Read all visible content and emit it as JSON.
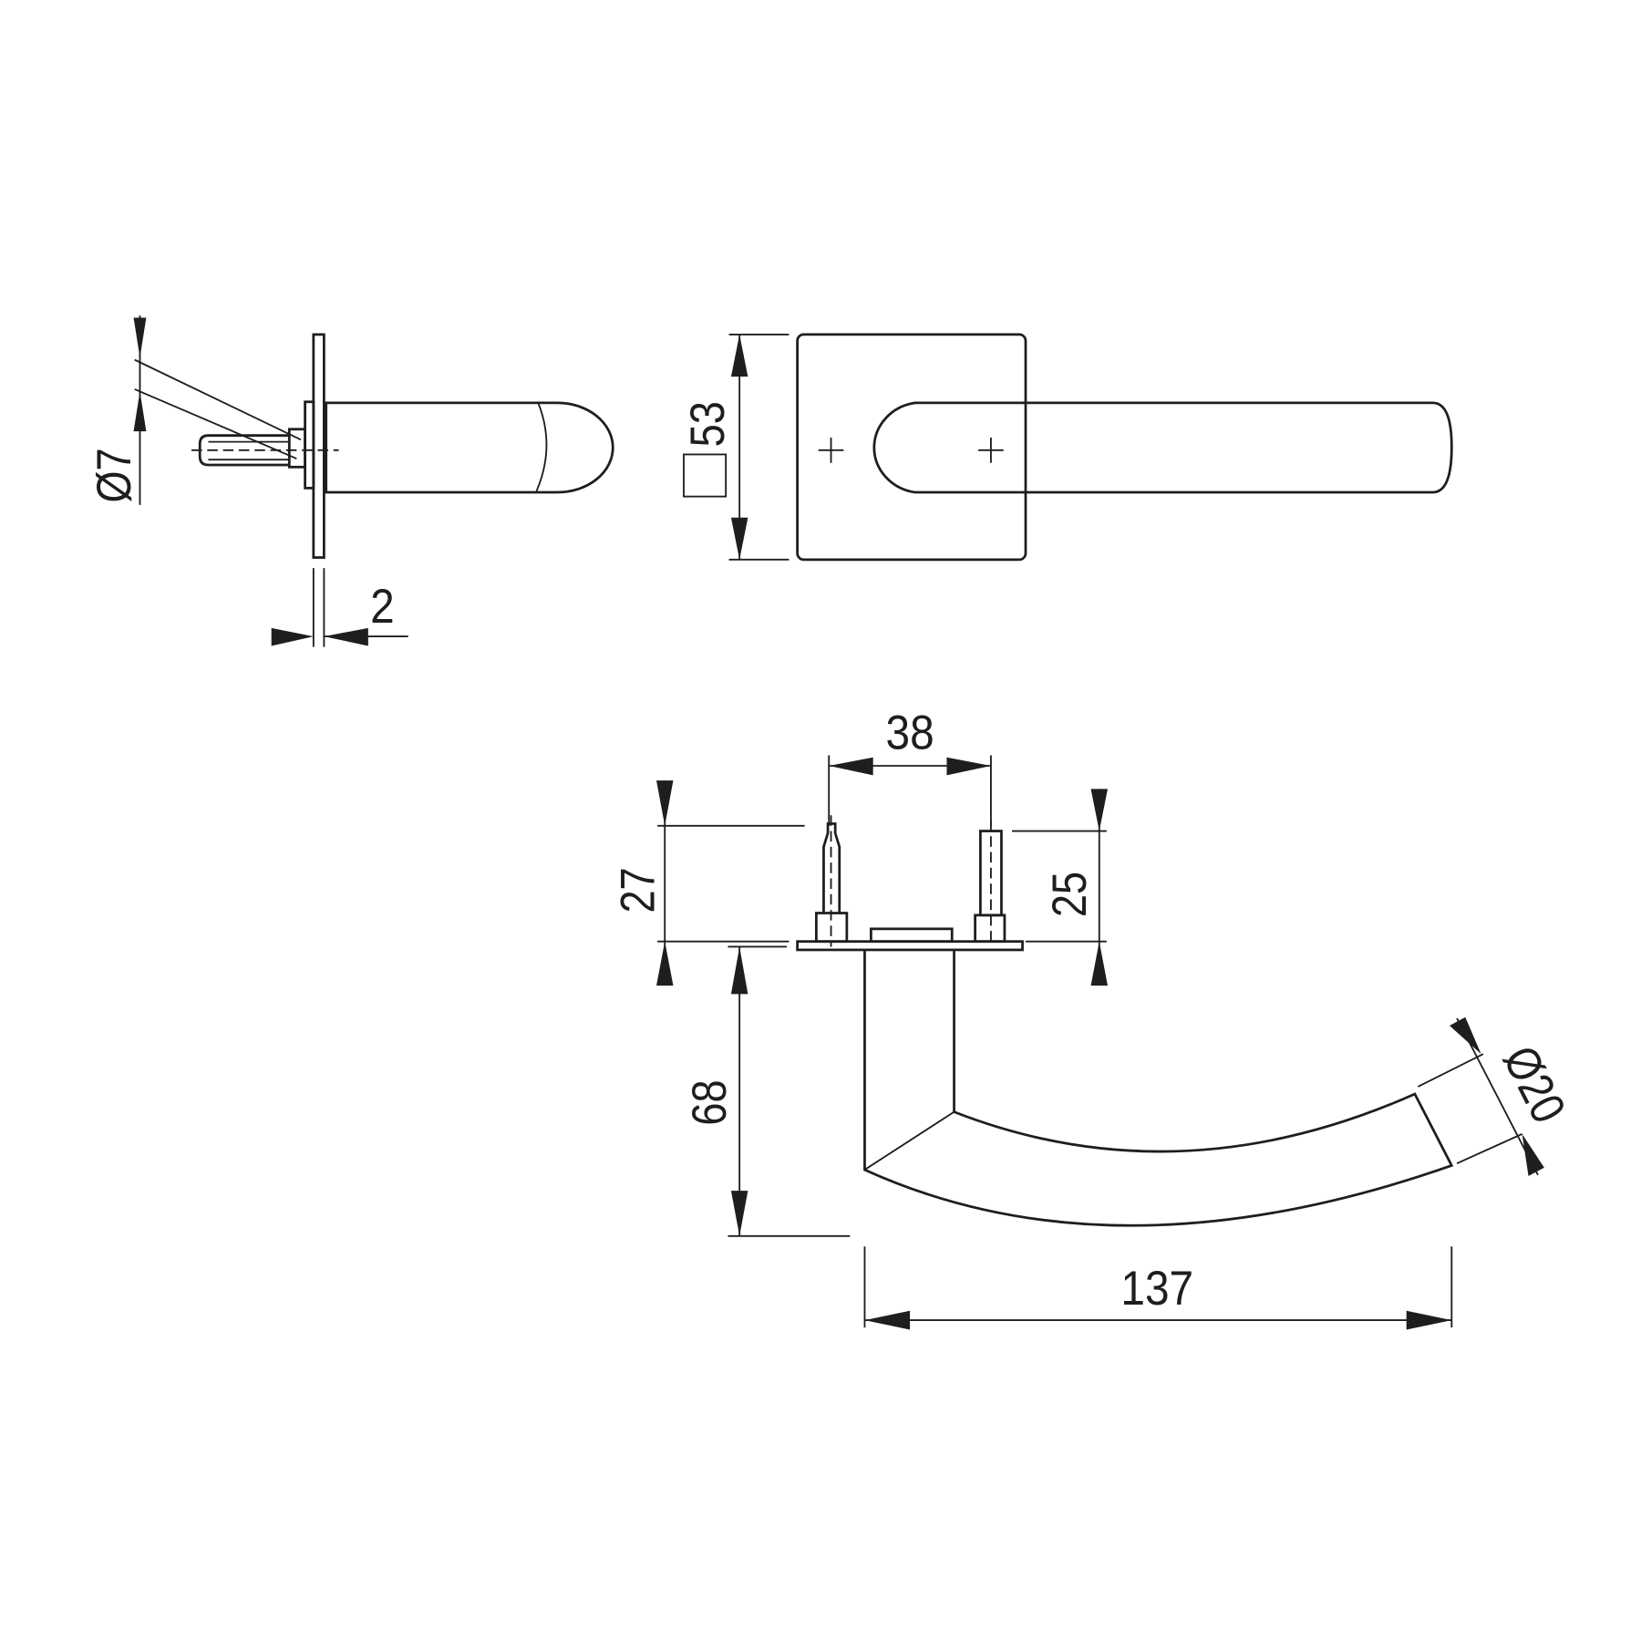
{
  "drawing": {
    "side_view": {
      "spindle_diameter": "Ø7",
      "rose_thickness": "2"
    },
    "front_view": {
      "rose_size": "53",
      "rose_shape_symbol": "square"
    },
    "bottom_view": {
      "pin_spacing": "38",
      "left_pin_length": "27",
      "right_pin_length": "25",
      "projection": "68",
      "handle_length": "137",
      "grip_diameter": "Ø20"
    }
  }
}
